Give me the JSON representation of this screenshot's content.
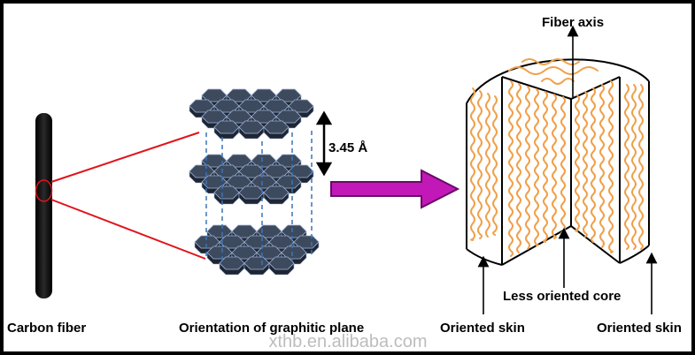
{
  "labels": {
    "carbon_fiber": "Carbon fiber",
    "orientation": "Orientation of graphitic plane",
    "spacing": "3.45 Å",
    "fiber_axis": "Fiber axis",
    "less_oriented_core": "Less oriented core",
    "oriented_skin_left": "Oriented  skin",
    "oriented_skin_right": "Oriented  skin"
  },
  "watermark": "xthb.en.alibaba.com",
  "colors": {
    "fiber_rod": "#000000",
    "zoom_lines": "#e0141c",
    "arrow": "#c218b8",
    "graphite_hex": "#3d4a5e",
    "graphite_edge": "#9ab0d4",
    "dashed_lines": "#3a74b8",
    "fibrils": "#f0a04a"
  }
}
